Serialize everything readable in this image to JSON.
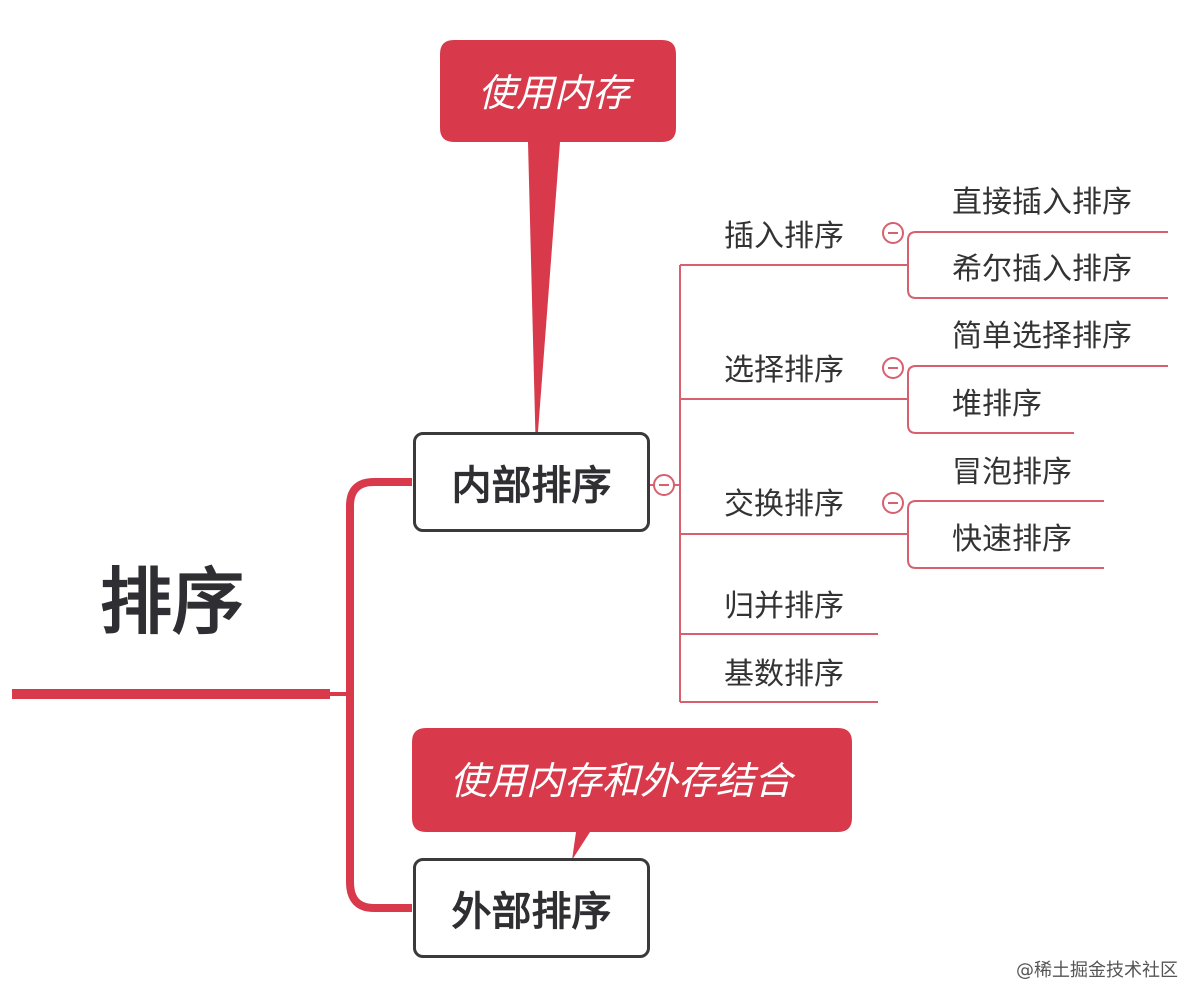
{
  "root": {
    "label": "排序"
  },
  "internal": {
    "label": "内部排序",
    "callout": "使用内存",
    "children": [
      {
        "label": "插入排序",
        "children": [
          "直接插入排序",
          "希尔插入排序"
        ]
      },
      {
        "label": "选择排序",
        "children": [
          "简单选择排序",
          "堆排序"
        ]
      },
      {
        "label": "交换排序",
        "children": [
          "冒泡排序",
          "快速排序"
        ]
      },
      {
        "label": "归并排序"
      },
      {
        "label": "基数排序"
      }
    ]
  },
  "external": {
    "label": "外部排序",
    "callout": "使用内存和外存结合"
  },
  "watermark": "@稀土掘金技术社区",
  "colors": {
    "accent": "#d83a4b",
    "thin_line": "#d8606e",
    "node_border": "#3a3a3a"
  }
}
